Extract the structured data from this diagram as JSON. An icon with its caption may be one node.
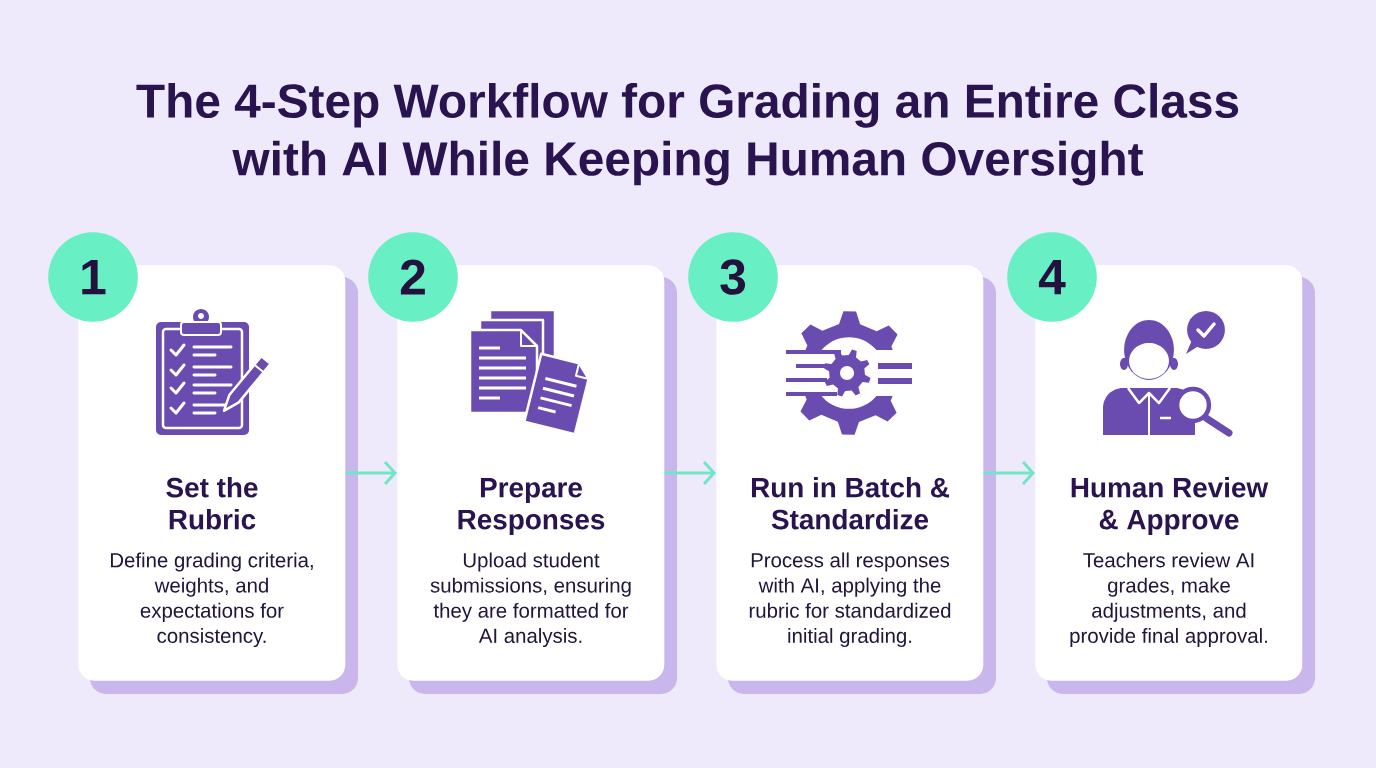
{
  "diagram": {
    "title": "The 4-Step Workflow for Grading an Entire Class with AI While Keeping Human Oversight",
    "nodes": [
      {
        "text": [
          "1"
        ]
      },
      {
        "text": [
          "Set the Rubric",
          "Define grading criteria, weights, and expectations for consistency."
        ]
      },
      {
        "text": [
          "2"
        ]
      },
      {
        "text": [
          "Prepare Responses",
          "Upload student submissions, ensuring they are formatted for AI analysis."
        ]
      },
      {
        "text": [
          "3"
        ]
      },
      {
        "text": [
          "Run in Batch & Standardize",
          "Process all responses with AI, applying the rubric for standardized initial grading."
        ]
      },
      {
        "text": [
          "4"
        ]
      },
      {
        "text": [
          "Human Review & Approve",
          "Teachers review AI grades, make adjustments, and provide final approval."
        ]
      }
    ],
    "edges": [
      {
        "from": 1,
        "to": 3,
        "arrow": "to"
      },
      {
        "from": 3,
        "to": 5,
        "arrow": "to"
      },
      {
        "from": 5,
        "to": 7,
        "arrow": "to"
      }
    ]
  }
}
